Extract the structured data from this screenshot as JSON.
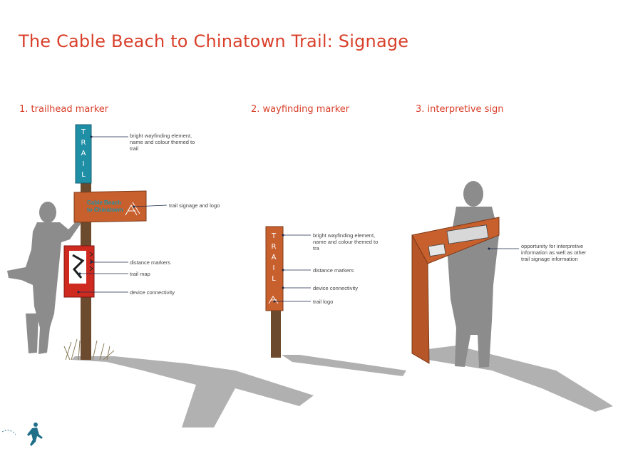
{
  "title": "The Cable Beach to Chinatown Trail:  Signage",
  "signs": [
    {
      "heading": "1. trailhead marker",
      "blade_text": "TRAIL",
      "panel_text_line1": "Cable Beach",
      "panel_text_line2": "to Chinatown",
      "annotations": [
        "bright wayfinding element, name and colour themed to trail",
        "trail signage and logo",
        "distance markers",
        "trail map",
        "device connectivity"
      ]
    },
    {
      "heading": "2. wayfinding marker",
      "blade_text": "TRAIL",
      "annotations": [
        "bright wayfinding element, name and colour themed to tra",
        "distance markers",
        "device connectivity",
        "trail logo"
      ]
    },
    {
      "heading": "3. interpretive sign",
      "annotations": [
        "opportunity for interpretive information as well as other trail signage information"
      ]
    }
  ],
  "colors": {
    "title": "#d9402b",
    "blade_blue": "#1f8fa6",
    "rust": "#c8602e",
    "red": "#cf2a20",
    "post": "#6b4a2e",
    "shadow": "#9a9a9a"
  },
  "icons": [
    "runner-logo-icon",
    "trail-map-icon",
    "trail-logo-icon"
  ]
}
